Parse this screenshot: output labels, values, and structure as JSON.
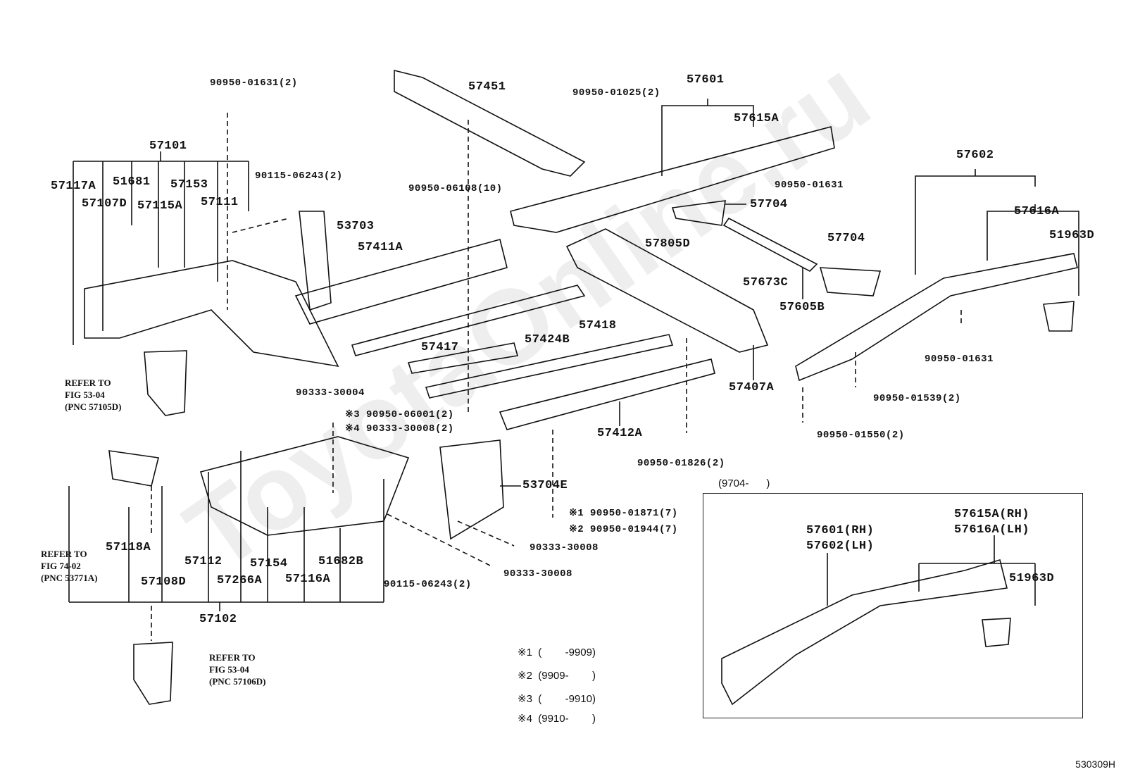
{
  "watermark": "ToyotaOnline.ru",
  "figure_code": "530309H",
  "labels": {
    "p57101": "57101",
    "p57117A": "57117A",
    "p51681": "51681",
    "p57153": "57153",
    "p57107D": "57107D",
    "p57115A": "57115A",
    "p57111": "57111",
    "p90950_01631_2": "90950-01631(2)",
    "p90115_06243_2a": "90115-06243(2)",
    "p53703": "53703",
    "p57451": "57451",
    "p90950_06108": "90950-06108(10)",
    "p57411A": "57411A",
    "p57417": "57417",
    "p57424B": "57424B",
    "p57418": "57418",
    "p57601": "57601",
    "p90950_01025": "90950-01025(2)",
    "p57615A": "57615A",
    "p90950_01631a": "90950-01631",
    "p57704a": "57704",
    "p57805D": "57805D",
    "p57704b": "57704",
    "p57673C": "57673C",
    "p57605B": "57605B",
    "p57602": "57602",
    "p57616A": "57616A",
    "p51963D": "51963D",
    "p90950_01631b": "90950-01631",
    "p57407A": "57407A",
    "p90950_01539": "90950-01539(2)",
    "p90950_01550": "90950-01550(2)",
    "p57412A": "57412A",
    "p90950_01826": "90950-01826(2)",
    "p90333_30004": "90333-30004",
    "p90950_06001": "※3 90950-06001(2)",
    "p90333_30008_2": "※4 90333-30008(2)",
    "p53704E": "53704E",
    "p90950_01871": "※1 90950-01871(7)",
    "p90950_01944": "※2 90950-01944(7)",
    "p90333_30008a": "90333-30008",
    "p90333_30008b": "90333-30008",
    "p90115_06243_2b": "90115-06243(2)",
    "p57118A": "57118A",
    "p57112": "57112",
    "p57154": "57154",
    "p51682B": "51682B",
    "p57108D": "57108D",
    "p57266A": "57266A",
    "p57116A": "57116A",
    "p57102": "57102"
  },
  "refs": {
    "r1": "REFER TO\nFIG 53-04\n(PNC 57105D)",
    "r2": "REFER TO\nFIG 74-02\n(PNC 53771A)",
    "r3": "REFER TO\nFIG 53-04\n(PNC 57106D)"
  },
  "notes": {
    "n1": "※1  (        -9909)",
    "n2": "※2  (9909-        )",
    "n3": "※3  (        -9910)",
    "n4": "※4  (9910-        )"
  },
  "inset": {
    "period": "(9704-      )",
    "rail_rh": "57601(RH)",
    "rail_lh": "57602(LH)",
    "ext_rh": "57615A(RH)",
    "ext_lh": "57616A(LH)",
    "bracket": "51963D"
  }
}
